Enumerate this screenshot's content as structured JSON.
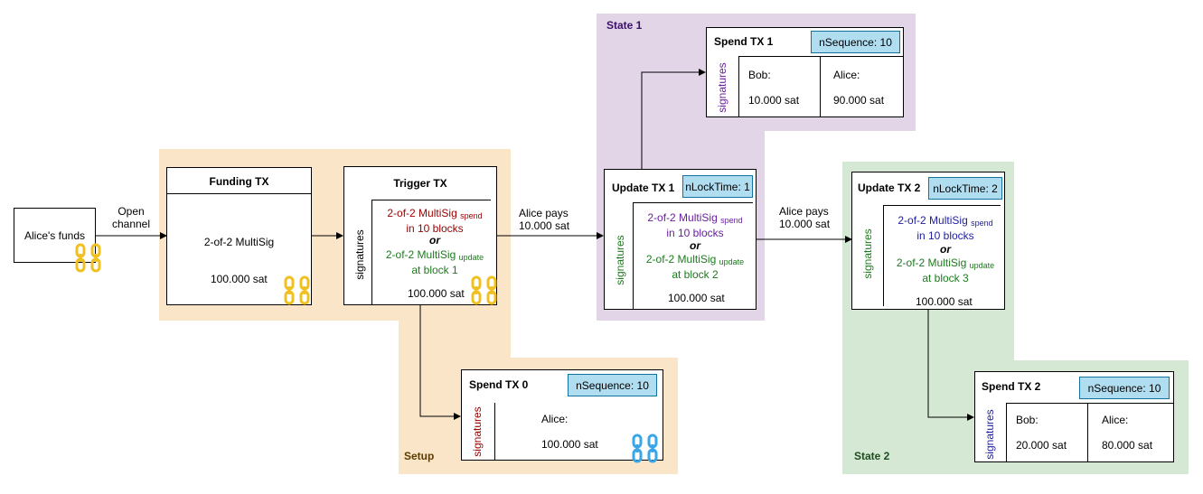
{
  "regions": {
    "setup": "Setup",
    "state1": "State 1",
    "state2": "State 2"
  },
  "alice_funds": {
    "label": "Alice's funds"
  },
  "edges": {
    "open_channel": [
      "Open",
      "channel"
    ],
    "alice_pays_1": [
      "Alice pays",
      "10.000 sat"
    ],
    "alice_pays_2": [
      "Alice pays",
      "10.000 sat"
    ]
  },
  "funding_tx": {
    "title": "Funding TX",
    "script": "2-of-2 MultiSig",
    "amount": "100.000 sat"
  },
  "trigger_tx": {
    "title": "Trigger TX",
    "signatures": "signatures",
    "spend_main": "2-of-2 MultiSig",
    "spend_sub": "spend",
    "spend_line2": "in 10 blocks",
    "or": "or",
    "update_main": "2-of-2 MultiSig",
    "update_sub": "update",
    "update_line2": "at block 1",
    "amount": "100.000 sat"
  },
  "spend_tx_0": {
    "title": "Spend TX 0",
    "badge": "nSequence: 10",
    "signatures": "signatures",
    "party": "Alice:",
    "amount": "100.000 sat"
  },
  "update_tx_1": {
    "title": "Update TX 1",
    "badge": "nLockTime: 1",
    "signatures": "signatures",
    "spend_main": "2-of-2 MultiSig",
    "spend_sub": "spend",
    "spend_line2": "in 10 blocks",
    "or": "or",
    "update_main": "2-of-2 MultiSig",
    "update_sub": "update",
    "update_line2": "at block 2",
    "amount": "100.000 sat"
  },
  "spend_tx_1": {
    "title": "Spend TX 1",
    "badge": "nSequence: 10",
    "signatures": "signatures",
    "bob_label": "Bob:",
    "bob_amount": "10.000 sat",
    "alice_label": "Alice:",
    "alice_amount": "90.000 sat"
  },
  "update_tx_2": {
    "title": "Update TX 2",
    "badge": "nLockTime: 2",
    "signatures": "signatures",
    "spend_main": "2-of-2 MultiSig",
    "spend_sub": "spend",
    "spend_line2": "in 10 blocks",
    "or": "or",
    "update_main": "2-of-2 MultiSig",
    "update_sub": "update",
    "update_line2": "at block 3",
    "amount": "100.000 sat"
  },
  "spend_tx_2": {
    "title": "Spend TX 2",
    "badge": "nSequence: 10",
    "signatures": "signatures",
    "bob_label": "Bob:",
    "bob_amount": "20.000 sat",
    "alice_label": "Alice:",
    "alice_amount": "80.000 sat"
  },
  "colors": {
    "setup_bg": "#fae5c8",
    "state1_bg": "#e1d5e7",
    "state2_bg": "#d5e8d4",
    "badge_bg": "#b1ddf0",
    "chain_gold": "#f0c020",
    "chain_blue": "#3aa6e8"
  }
}
